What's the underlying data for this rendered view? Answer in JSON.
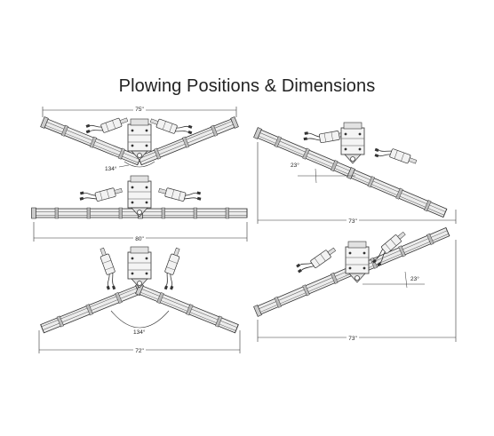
{
  "title": "Plowing Positions & Dimensions",
  "colors": {
    "background": "#ffffff",
    "line": "#333333",
    "fill": "#e8e8e8",
    "dark": "#555555"
  },
  "diagrams": [
    {
      "id": "scoop",
      "labels": [
        "75\"",
        "134°"
      ]
    },
    {
      "id": "straight",
      "labels": [
        "80\""
      ]
    },
    {
      "id": "vee",
      "labels": [
        "134°",
        "72\""
      ]
    },
    {
      "id": "angle-left",
      "labels": [
        "23°",
        "73\""
      ]
    },
    {
      "id": "angle-right",
      "labels": [
        "23°",
        "73\""
      ]
    }
  ]
}
